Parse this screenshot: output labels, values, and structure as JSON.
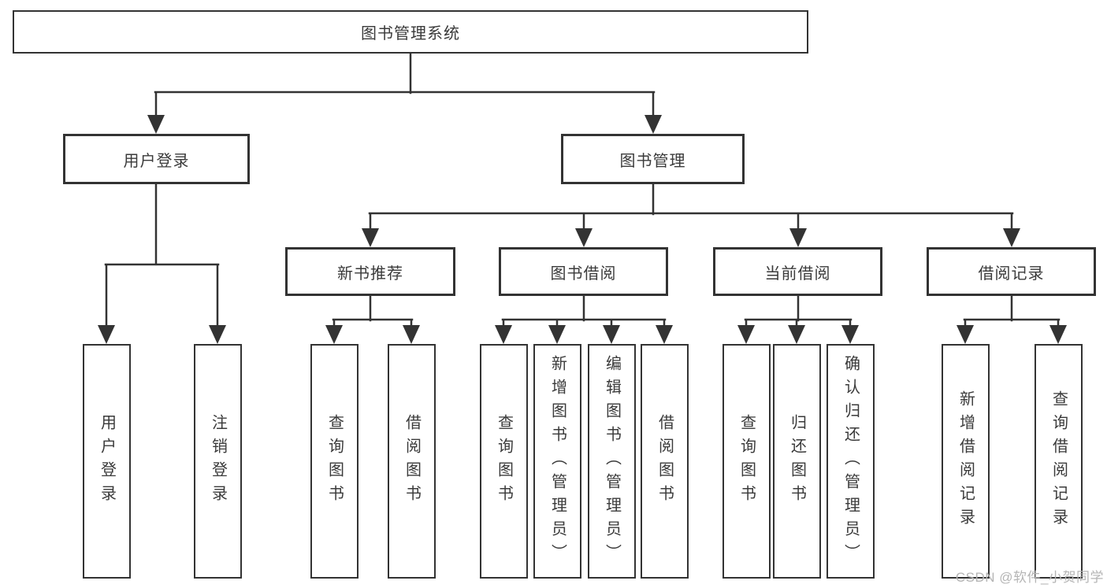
{
  "tree": {
    "root": "图书管理系统",
    "branches": [
      {
        "label": "用户登录",
        "children": [
          "用户登录",
          "注销登录"
        ]
      },
      {
        "label": "图书管理",
        "children": [
          {
            "label": "新书推荐",
            "children": [
              "查询图书",
              "借阅图书"
            ]
          },
          {
            "label": "图书借阅",
            "children": [
              "查询图书",
              "新增图书（管理员）",
              "编辑图书（管理员）",
              "借阅图书"
            ]
          },
          {
            "label": "当前借阅",
            "children": [
              "查询图书",
              "归还图书",
              "确认归还（管理员）"
            ]
          },
          {
            "label": "借阅记录",
            "children": [
              "新增借阅记录",
              "查询借阅记录"
            ]
          }
        ]
      }
    ]
  },
  "watermark": "CSDN @软件_小贺同学",
  "colors": {
    "line": "#333333",
    "box_border": "#333333",
    "text": "#3a3a3a",
    "watermark": "#b5b5b5",
    "background": "#ffffff"
  }
}
